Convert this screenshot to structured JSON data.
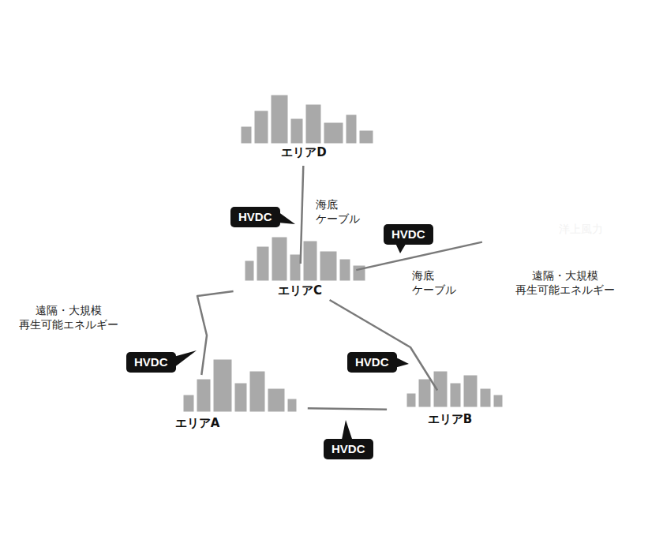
{
  "diagram": {
    "nodes": [
      {
        "text": [
          "エリアD"
        ]
      },
      {
        "text": [
          "エリアC"
        ]
      },
      {
        "text": [
          "洋上風力"
        ]
      },
      {
        "text": [
          "エリアA"
        ]
      },
      {
        "text": [
          "エリアB"
        ]
      }
    ],
    "edges": [
      {
        "from": 0,
        "to": 1,
        "arrow": "none",
        "label": "HVDC"
      },
      {
        "from": 1,
        "to": 2,
        "arrow": "none",
        "label": "HVDC"
      },
      {
        "from": 1,
        "to": 3,
        "arrow": "none",
        "label": "HVDC"
      },
      {
        "from": 1,
        "to": 4,
        "arrow": "none",
        "label": "HVDC"
      },
      {
        "from": 3,
        "to": 4,
        "arrow": "none",
        "label": "HVDC"
      }
    ],
    "labels": [
      "海底 ケーブル",
      "海底 ケーブル",
      "遠隔・大規模 再生可能エネルギー",
      "遠隔・大規模 再生可能エネルギー"
    ]
  }
}
